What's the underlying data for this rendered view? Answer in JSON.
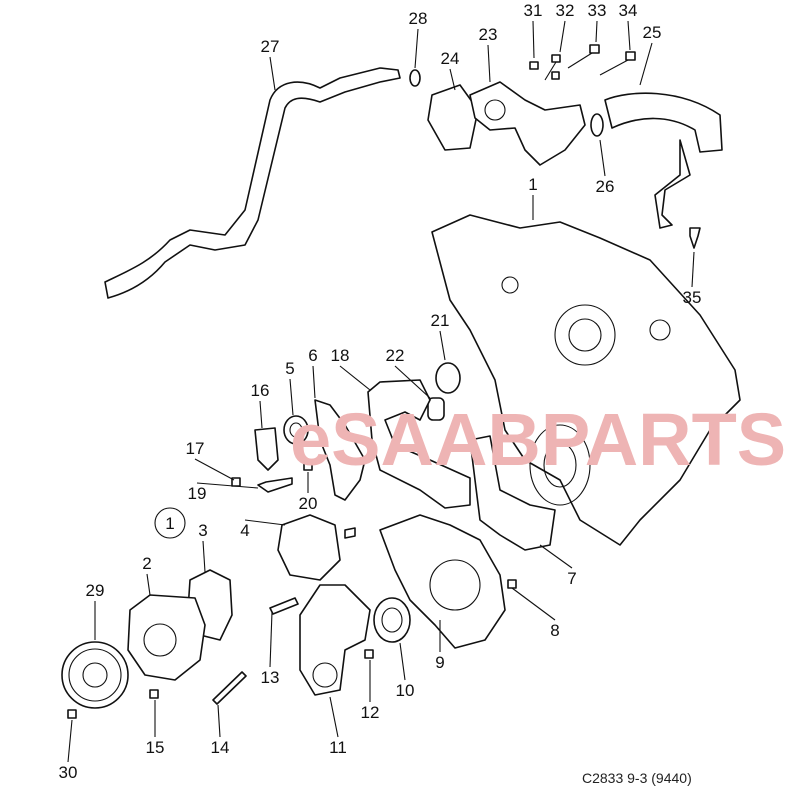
{
  "diagram": {
    "watermark": "eSAABPARTS",
    "caption": "C2833 9-3 (9440)",
    "callouts": [
      "27",
      "28",
      "24",
      "23",
      "31",
      "32",
      "33",
      "34",
      "25",
      "26",
      "1",
      "35",
      "21",
      "22",
      "18",
      "6",
      "5",
      "16",
      "17",
      "19",
      "20",
      "1",
      "3",
      "4",
      "2",
      "7",
      "8",
      "29",
      "13",
      "9",
      "10",
      "12",
      "14",
      "15",
      "11",
      "30"
    ]
  }
}
